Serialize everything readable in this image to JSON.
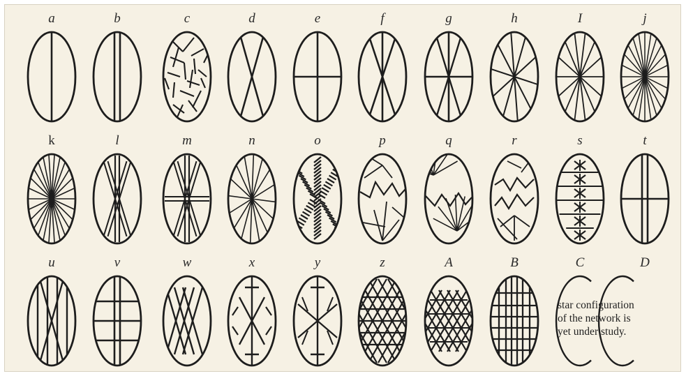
{
  "figure": {
    "labels": [
      "a",
      "b",
      "c",
      "d",
      "e",
      "f",
      "g",
      "h",
      "I",
      "j",
      "k",
      "l",
      "m",
      "n",
      "o",
      "p",
      "q",
      "r",
      "s",
      "t",
      "u",
      "v",
      "w",
      "x",
      "y",
      "z",
      "A",
      "B",
      "C",
      "D"
    ],
    "note_lines": [
      "star  configuration",
      "of the network is",
      "yet under study."
    ]
  },
  "colors": {
    "ink": "#1d1d1d",
    "paper": "#f6f1e4"
  }
}
